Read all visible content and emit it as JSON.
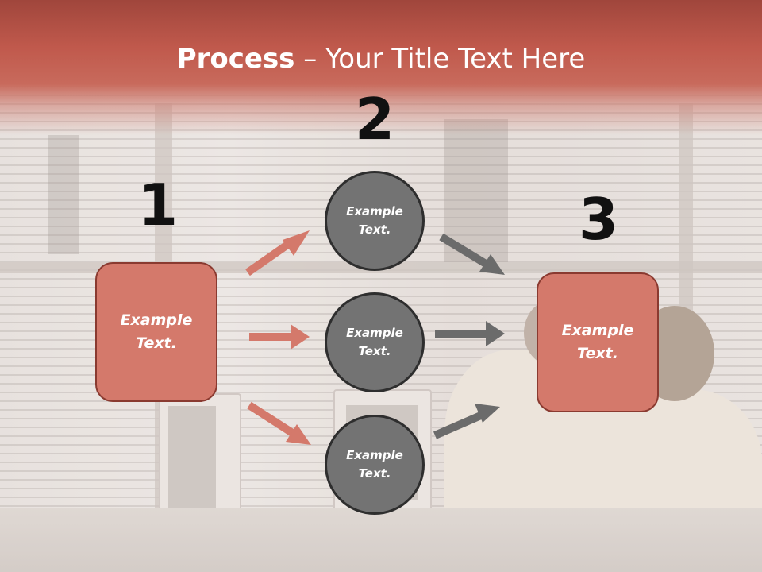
{
  "title": {
    "bold": "Process",
    "rest": " – Your Title Text Here"
  },
  "steps": [
    {
      "number": "1",
      "label_line1": "Example",
      "label_line2": "Text."
    },
    {
      "number": "2"
    },
    {
      "number": "3",
      "label_line1": "Example",
      "label_line2": "Text."
    }
  ],
  "circles": [
    {
      "label_line1": "Example",
      "label_line2": "Text."
    },
    {
      "label_line1": "Example",
      "label_line2": "Text."
    },
    {
      "label_line1": "Example",
      "label_line2": "Text."
    }
  ],
  "colors": {
    "title_band": "#c0594c",
    "box_fill": "#d4796b",
    "circle_fill": "#737373",
    "arrow_salmon": "#d4796b",
    "arrow_gray": "#6b6b6b"
  }
}
